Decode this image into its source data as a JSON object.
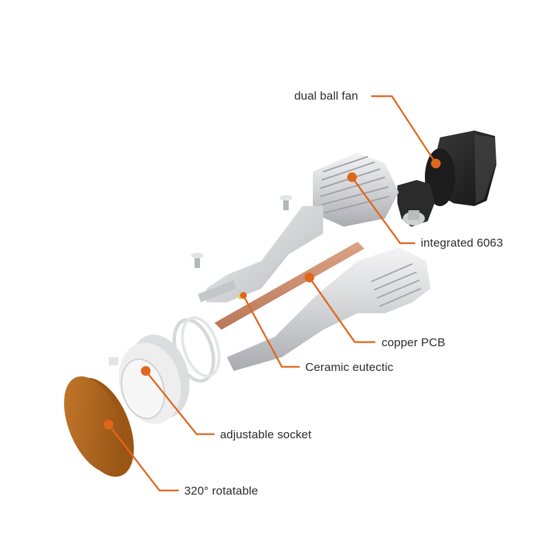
{
  "labels": {
    "fan": "dual ball fan",
    "heatsink": "integrated 6063",
    "pcb": "copper PCB",
    "ceramic": "Ceramic eutectic",
    "socket": "adjustable socket",
    "rotatable": "320° rotatable"
  },
  "colors": {
    "callout": "#e0661c",
    "text": "#2b2b2b",
    "copper": "#c98a6a",
    "ring": "#b8641a",
    "fan_body": "#262626",
    "aluminum": "#d9dadc"
  },
  "icons": [
    "screw-icon",
    "o-ring-icon",
    "fan-icon",
    "heatsink-icon",
    "socket-icon",
    "rotatable-ring-icon"
  ]
}
